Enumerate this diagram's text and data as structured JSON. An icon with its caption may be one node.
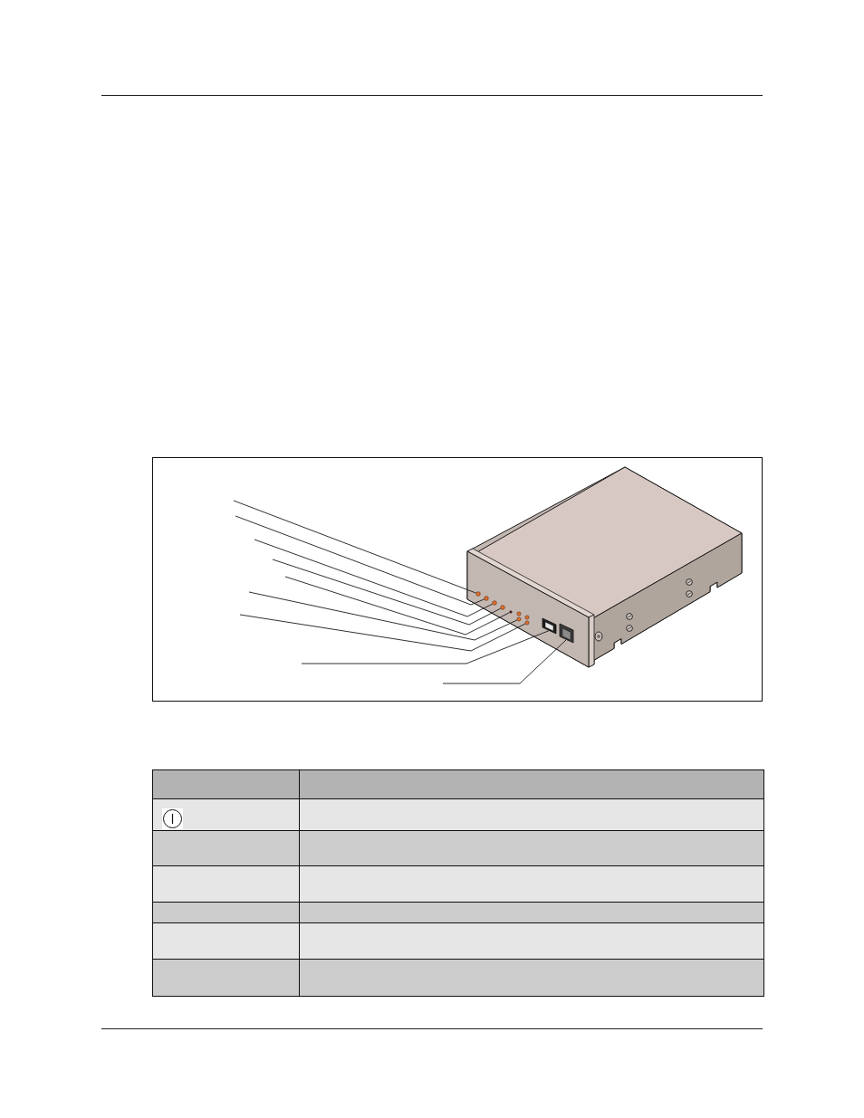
{
  "diagram": {
    "nodes": [
      {
        "text": [],
        "shape": "picture"
      },
      {
        "text": [],
        "shape": "circle",
        "in": 0
      },
      {
        "text": [],
        "shape": "circle",
        "in": 0
      },
      {
        "text": [],
        "shape": "circle",
        "in": 0
      },
      {
        "text": [],
        "shape": "circle",
        "in": 0
      },
      {
        "text": [],
        "shape": "circle",
        "in": 0
      },
      {
        "text": [],
        "shape": "circle",
        "in": 0
      },
      {
        "text": [],
        "shape": "circle",
        "in": 0
      },
      {
        "text": [],
        "shape": "box",
        "in": 0
      },
      {
        "text": [],
        "shape": "box",
        "in": 0
      }
    ],
    "edges": [
      {
        "from": null,
        "to": 1,
        "arrow": "none"
      },
      {
        "from": null,
        "to": 2,
        "arrow": "none"
      },
      {
        "from": null,
        "to": 3,
        "arrow": "none"
      },
      {
        "from": null,
        "to": 4,
        "arrow": "none"
      },
      {
        "from": null,
        "to": 5,
        "arrow": "none"
      },
      {
        "from": null,
        "to": 6,
        "arrow": "none"
      },
      {
        "from": null,
        "to": 7,
        "arrow": "none"
      },
      {
        "from": null,
        "to": 8,
        "arrow": "none"
      },
      {
        "from": null,
        "to": 9,
        "arrow": "none"
      }
    ]
  }
}
